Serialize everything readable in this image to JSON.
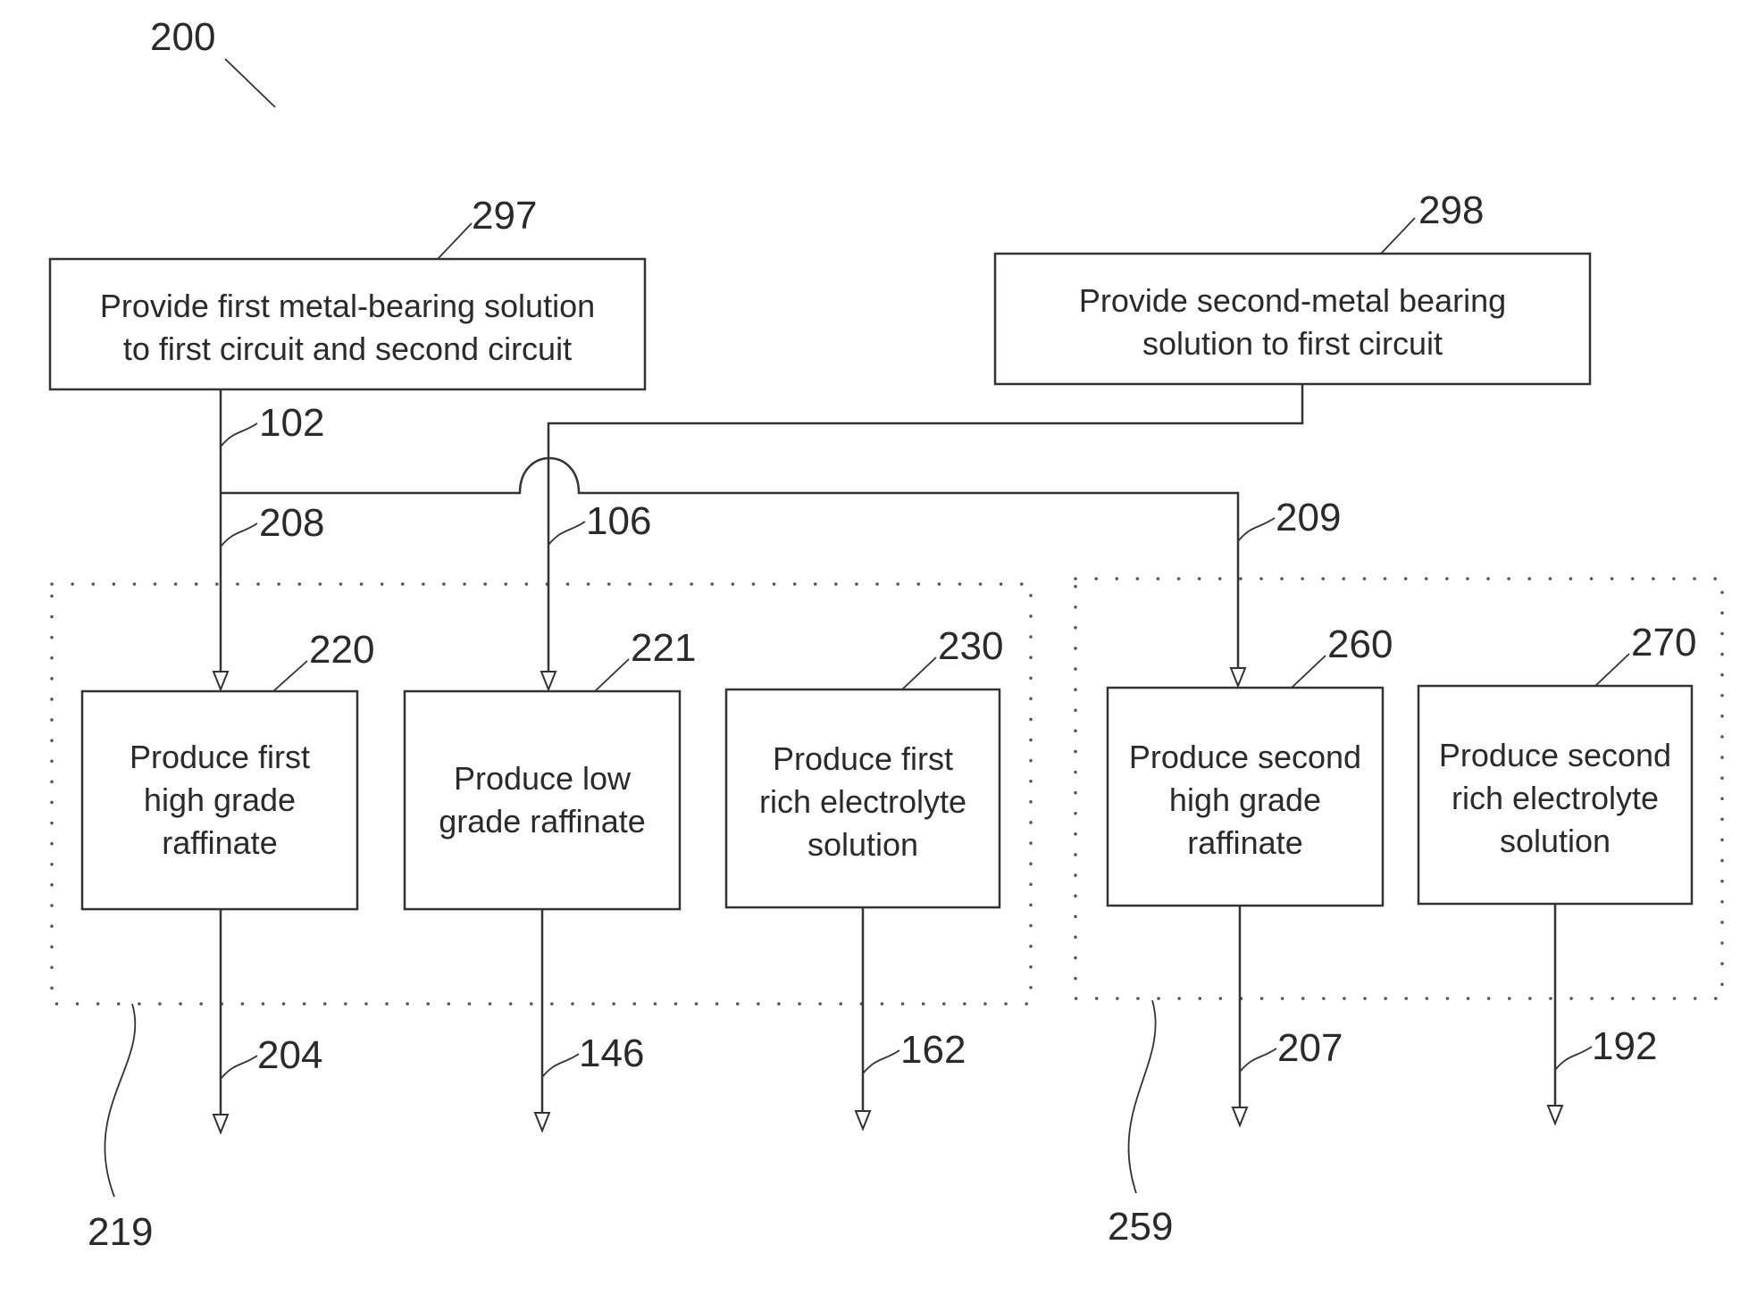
{
  "figure": {
    "ref": "200",
    "boxes": [
      {
        "id": "297",
        "ref": "297",
        "lines": [
          "Provide first metal-bearing solution",
          "to first circuit and second circuit"
        ]
      },
      {
        "id": "298",
        "ref": "298",
        "lines": [
          "Provide second-metal bearing",
          "solution to first circuit"
        ]
      },
      {
        "id": "220",
        "ref": "220",
        "lines": [
          "Produce first",
          "high grade",
          "raffinate"
        ]
      },
      {
        "id": "221",
        "ref": "221",
        "lines": [
          "Produce low",
          "grade raffinate"
        ]
      },
      {
        "id": "230",
        "ref": "230",
        "lines": [
          "Produce first",
          "rich electrolyte",
          "solution"
        ]
      },
      {
        "id": "260",
        "ref": "260",
        "lines": [
          "Produce second",
          "high grade",
          "raffinate"
        ]
      },
      {
        "id": "270",
        "ref": "270",
        "lines": [
          "Produce second",
          "rich electrolyte",
          "solution"
        ]
      }
    ],
    "streams": [
      "102",
      "208",
      "106",
      "209",
      "204",
      "146",
      "162",
      "207",
      "192"
    ],
    "circuits": [
      "219",
      "259"
    ]
  }
}
